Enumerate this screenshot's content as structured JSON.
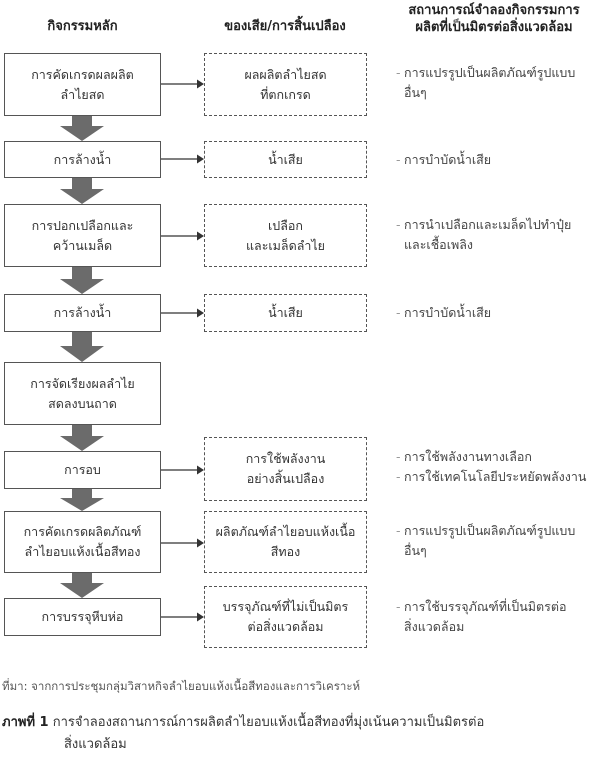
{
  "headers": {
    "main": "กิจกรรมหลัก",
    "waste": "ของเสีย/การสิ้นเปลือง",
    "situation_line1": "สถานการณ์จำลองกิจกรรมการ",
    "situation_line2": "ผลิตที่เป็นมิตรต่อสิ่งแวดล้อม"
  },
  "rows": [
    {
      "activity": [
        "การคัดเกรดผลผลิต",
        "ลำไยสด"
      ],
      "waste": [
        "ผลผลิตลำไยสด",
        "ที่ตกเกรด"
      ],
      "situations": [
        [
          "การแปรรูปเป็นผลิตภัณฑ์รูปแบบ",
          "อื่นๆ"
        ]
      ]
    },
    {
      "activity": [
        "การล้างน้ำ"
      ],
      "waste": [
        "น้ำเสีย"
      ],
      "situations": [
        [
          "การบำบัดน้ำเสีย"
        ]
      ]
    },
    {
      "activity": [
        "การปอกเปลือกและ",
        "คว้านเมล็ด"
      ],
      "waste": [
        "เปลือก",
        "และเมล็ดลำไย"
      ],
      "situations": [
        [
          "การนำเปลือกและเมล็ดไปทำปุ๋ย",
          "และเชื้อเพลิง"
        ]
      ]
    },
    {
      "activity": [
        "การล้างน้ำ"
      ],
      "waste": [
        "น้ำเสีย"
      ],
      "situations": [
        [
          "การบำบัดน้ำเสีย"
        ]
      ]
    },
    {
      "activity": [
        "การจัดเรียงผลลำไย",
        "สดลงบนถาด"
      ],
      "waste": [],
      "situations": []
    },
    {
      "activity": [
        "การอบ"
      ],
      "waste": [
        "การใช้พลังงาน",
        "อย่างสิ้นเปลือง"
      ],
      "situations": [
        [
          "การใช้พลังงานทางเลือก"
        ],
        [
          "การใช้เทคโนโลยีประหยัดพลังงาน"
        ]
      ]
    },
    {
      "activity": [
        "การคัดเกรดผลิตภัณฑ์",
        "ลำไยอบแห้งเนื้อสีทอง"
      ],
      "waste": [
        "ผลิตภัณฑ์ลำไยอบแห้งเนื้อ",
        "สีทอง"
      ],
      "situations": [
        [
          "การแปรรูปเป็นผลิตภัณฑ์รูปแบบ",
          "อื่นๆ"
        ]
      ]
    },
    {
      "activity": [
        "การบรรจุหีบห่อ"
      ],
      "waste": [
        "บรรจุภัณฑ์ที่ไม่เป็นมิตร",
        "ต่อสิ่งแวดล้อม"
      ],
      "situations": [
        [
          "การใช้บรรจุภัณฑ์ที่เป็นมิตรต่อ",
          "สิ่งแวดล้อม"
        ]
      ]
    }
  ],
  "source": "ที่มา: จากการประชุมกลุ่มวิสาหกิจลำไยอบแห้งเนื้อสีทองและการวิเคราะห์",
  "caption": {
    "label": "ภาพที่ 1",
    "line1": "การจำลองสถานการณ์การผลิตลำไยอบแห้งเนื้อสีทองที่มุ่งเน้นความเป็นมิตรต่อ",
    "line2": "สิ่งแวดล้อม"
  },
  "colors": {
    "border": "#555555",
    "down_arrow": "#6b6b6b",
    "text": "#333333"
  }
}
